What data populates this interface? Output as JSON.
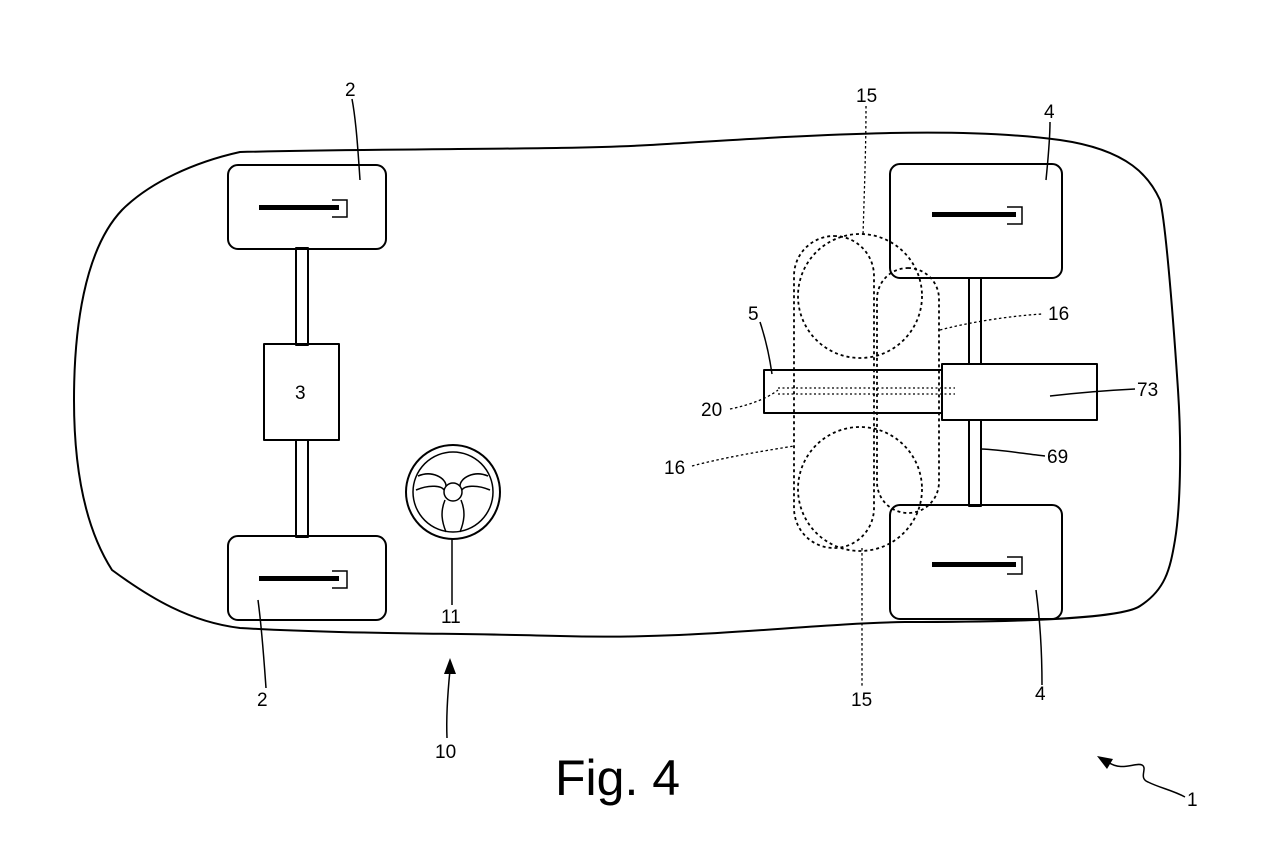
{
  "figure": {
    "caption": "Fig. 4"
  },
  "labels": {
    "front_wheel_top": "2",
    "front_wheel_bottom": "2",
    "drive_unit": "3",
    "rear_wheel_top": "4",
    "rear_wheel_bottom": "4",
    "component_5": "5",
    "steering_wheel": "11",
    "body_arrow": "10",
    "vehicle": "1",
    "region_15_top": "15",
    "region_15_bottom": "15",
    "region_16_right": "16",
    "region_16_left": "16",
    "shaft_20": "20",
    "axle_69": "69",
    "box_73": "73"
  }
}
